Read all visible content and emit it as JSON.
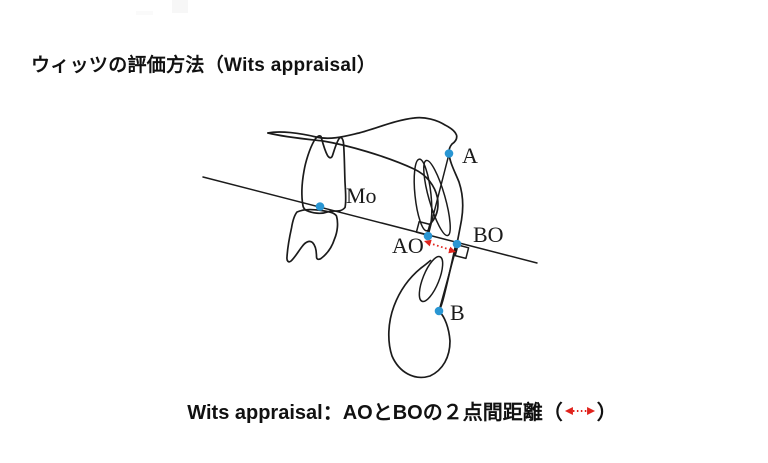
{
  "title": {
    "text": "ウィッツの評価方法（Wits appraisal）"
  },
  "caption": {
    "text_before": "Wits appraisal：AOとBOの２点間距離（",
    "text_after": "）"
  },
  "diagram": {
    "description_labels": {
      "mo": "Mo",
      "a": "A",
      "ao": "AO",
      "bo": "BO",
      "b": "B"
    },
    "colors": {
      "outline": "#1b1b1b",
      "marker": "#2996d3",
      "arrow": "#e0231c"
    }
  }
}
